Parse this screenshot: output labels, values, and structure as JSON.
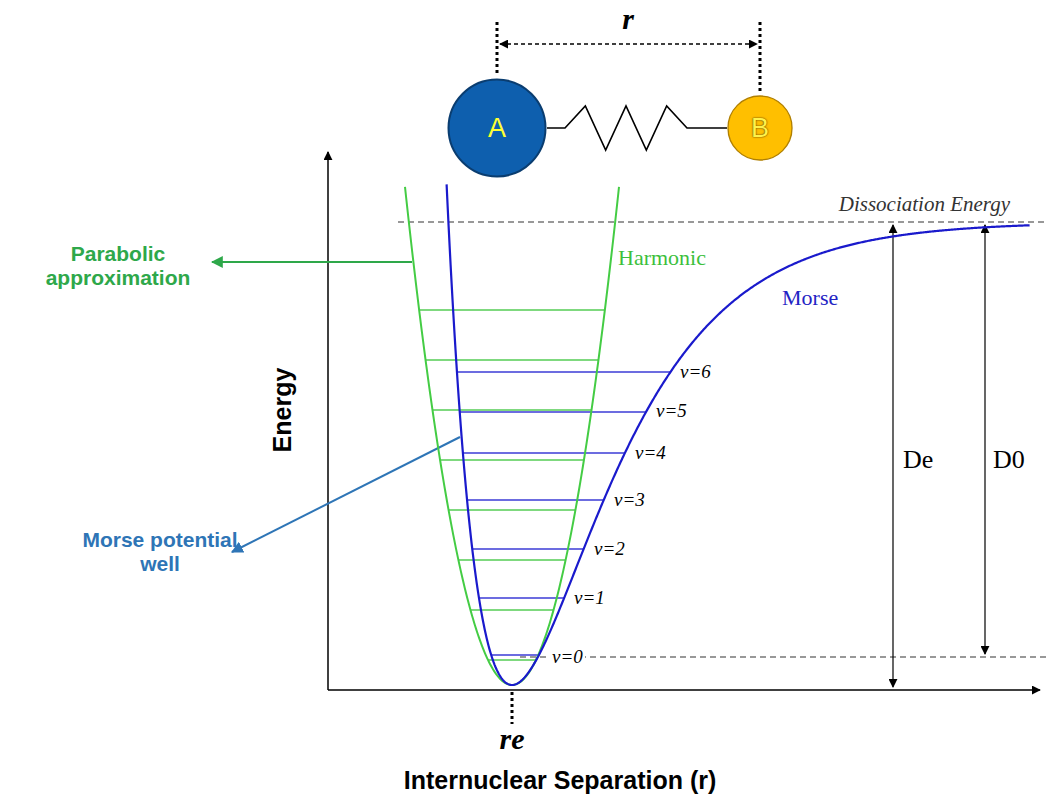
{
  "diagram": {
    "nodes": [
      {
        "text": [
          "A"
        ]
      },
      {
        "text": [
          "B"
        ]
      }
    ],
    "edges": [
      {
        "from": 0,
        "to": 1,
        "arrow": "none"
      }
    ],
    "labels": [
      "r",
      "Dissociation Energy",
      "Harmonic",
      "Morse",
      "v=6",
      "v=5",
      "v=4",
      "v=3",
      "v=2",
      "v=1",
      "v=0",
      "De",
      "D0",
      "Parabolic approximation",
      "Morse potential well",
      "Energy",
      "re",
      "Internuclear Separation (r)"
    ]
  }
}
